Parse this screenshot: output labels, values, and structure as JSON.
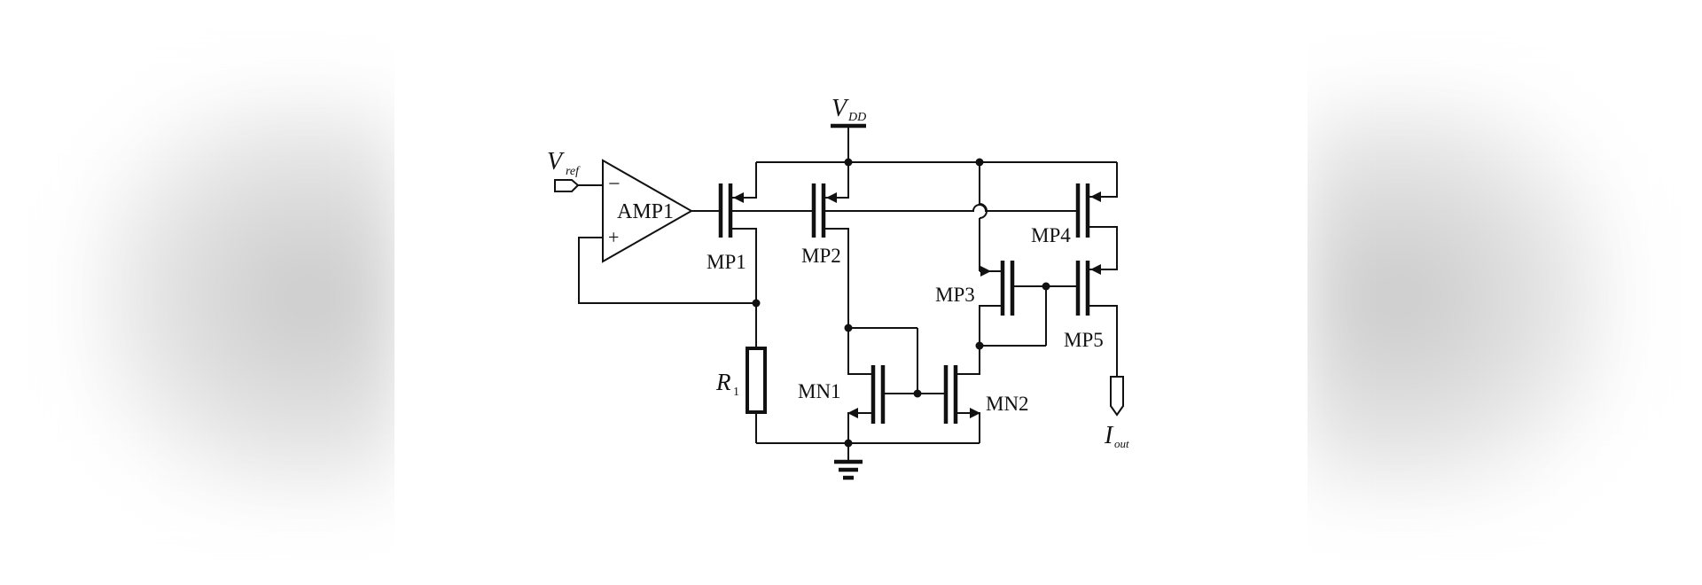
{
  "circuit": {
    "labels": {
      "vdd": "V",
      "vdd_sub": "DD",
      "vref": "V",
      "vref_sub": "ref",
      "amp": "AMP1",
      "amp_minus": "−",
      "amp_plus": "+",
      "mp1": "MP1",
      "mp2": "MP2",
      "mp3": "MP3",
      "mp4": "MP4",
      "mp5": "MP5",
      "mn1": "MN1",
      "mn2": "MN2",
      "r1": "R",
      "r1_sub": "1",
      "iout": "I",
      "iout_sub": "out"
    }
  }
}
